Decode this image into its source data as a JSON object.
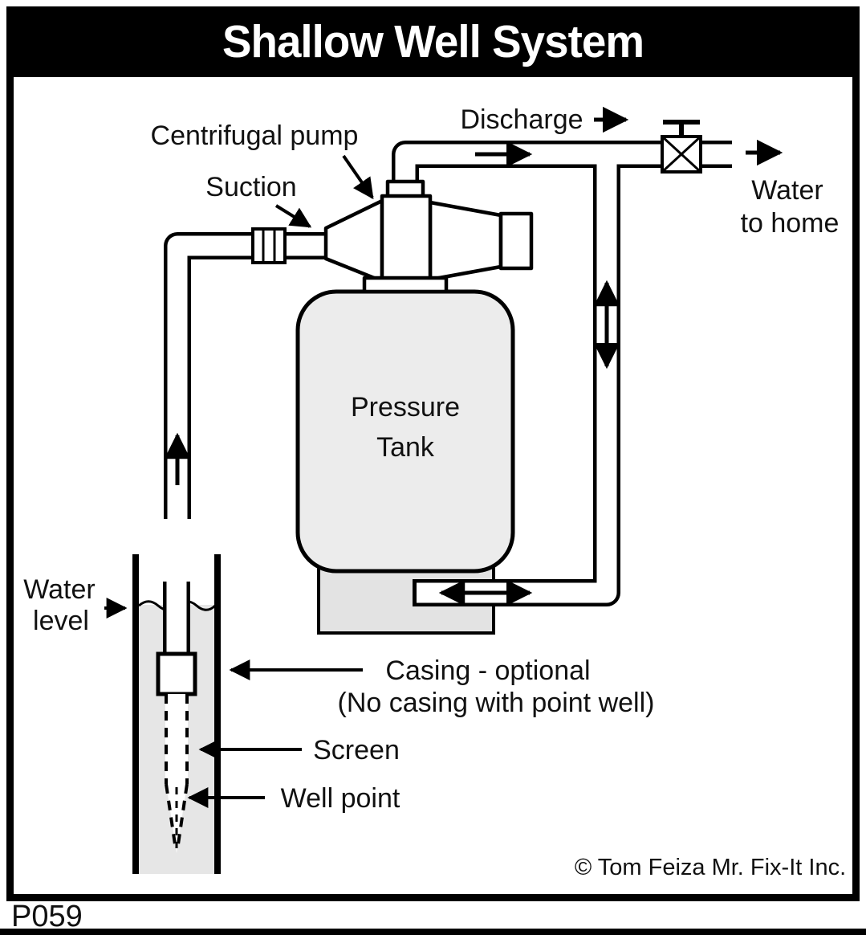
{
  "title": "Shallow Well System",
  "figure_code": "P059",
  "copyright": "© Tom Feiza Mr. Fix-It Inc.",
  "labels": {
    "centrifugal_pump": "Centrifugal pump",
    "suction": "Suction",
    "discharge": "Discharge",
    "water_to_home_line1": "Water",
    "water_to_home_line2": "to home",
    "pressure_tank_line1": "Pressure",
    "pressure_tank_line2": "Tank",
    "water_level_line1": "Water",
    "water_level_line2": "level",
    "casing": "Casing - optional",
    "casing_note": "(No casing with point well)",
    "screen": "Screen",
    "well_point": "Well point"
  },
  "colors": {
    "line": "#000000",
    "tank_fill": "#ececec",
    "pedestal_fill": "#e3e3e3",
    "casing_fill": "#e6e6e6",
    "title_bg": "#000000",
    "title_text": "#ffffff"
  }
}
